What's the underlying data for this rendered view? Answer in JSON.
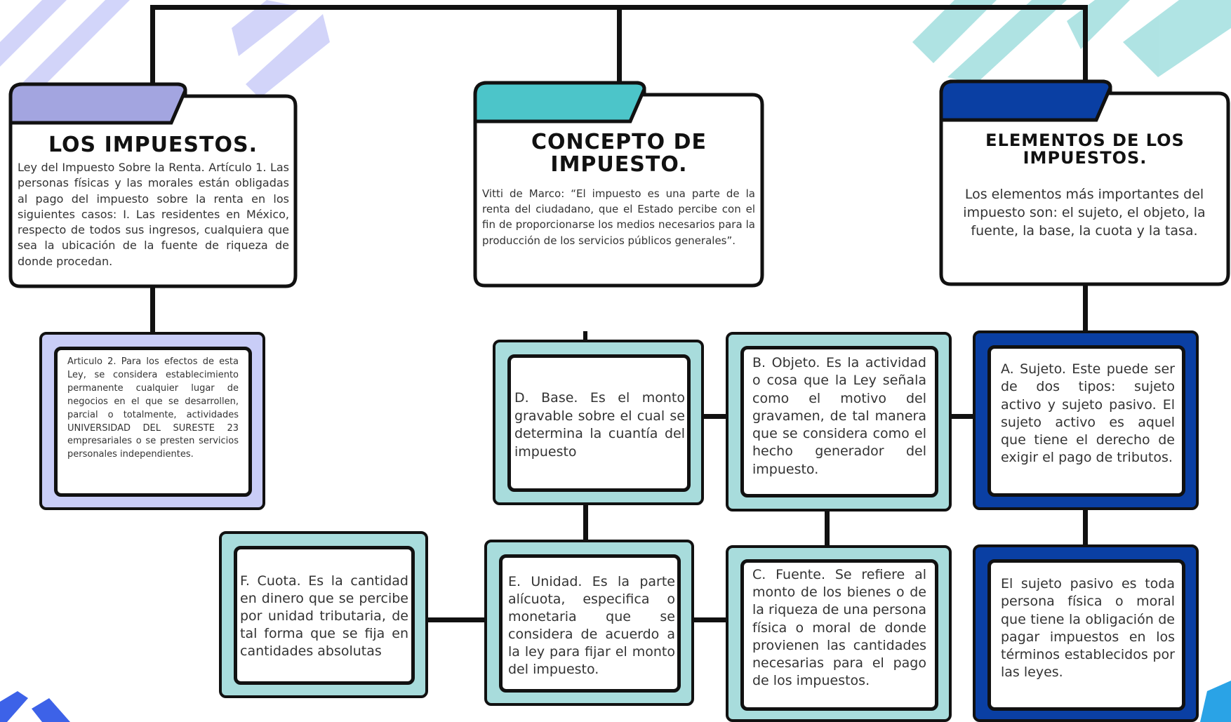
{
  "colors": {
    "lavender": "#c9cdf7",
    "folder_lavender": "#a3a5e0",
    "teal": "#a8dcdc",
    "folder_teal": "#4cc5c9",
    "navy": "#0a3fa3",
    "folder_navy": "#0a3fa3",
    "line": "#111111"
  },
  "folders": [
    {
      "title": "LOS IMPUESTOS.",
      "text": "Ley del Impuesto Sobre la Renta. Artículo 1. Las personas físicas y las morales están obligadas al pago del impuesto sobre la renta en los siguientes casos: I. Las residentes en México, respecto de todos sus ingresos, cualquiera que sea la ubicación de la fuente de riqueza de donde procedan."
    },
    {
      "title": "CONCEPTO DE IMPUESTO.",
      "text": "Vitti de Marco: “El impuesto es una parte de la renta del ciudadano, que el Estado percibe con el fin de proporcionarse los medios necesarios para la producción de los servicios públicos generales”."
    },
    {
      "title": "ELEMENTOS DE LOS IMPUESTOS.",
      "text": "Los elementos más importantes del impuesto son: el sujeto, el objeto, la fuente, la base, la cuota y la tasa."
    }
  ],
  "cards": {
    "articulo2": "Articulo 2. Para los efectos de esta Ley, se considera establecimiento permanente cualquier lugar de negocios en el que se desarrollen, parcial o totalmente, actividades UNIVERSIDAD DEL SURESTE 23 empresariales o se presten servicios personales independientes.",
    "base": "D. Base. Es el monto gravable sobre el cual se determina la cuantía del impuesto",
    "objeto": "B. Objeto. Es la actividad o cosa que la Ley señala como el motivo del gravamen, de tal manera que se considera como el hecho generador del impuesto.",
    "sujeto": "A. Sujeto. Este puede ser de dos tipos: sujeto activo y sujeto pasivo. El sujeto activo es aquel que tiene el derecho de exigir el pago de tributos.",
    "cuota": "F. Cuota. Es la cantidad en dinero que se percibe por unidad tributaria, de tal forma que se fija en cantidades absolutas",
    "unidad": "E. Unidad. Es la parte alícuota, especifica o monetaria que se considera de acuerdo a la ley para fijar el monto del impuesto.",
    "fuente": "C. Fuente. Se refiere al monto de los bienes o de la riqueza de una persona física o moral de donde provienen las cantidades necesarias para el pago de los impuestos.",
    "sujeto_pasivo": "El sujeto pasivo es toda persona física o moral que tiene la obligación de pagar impuestos en los términos establecidos por las leyes."
  }
}
